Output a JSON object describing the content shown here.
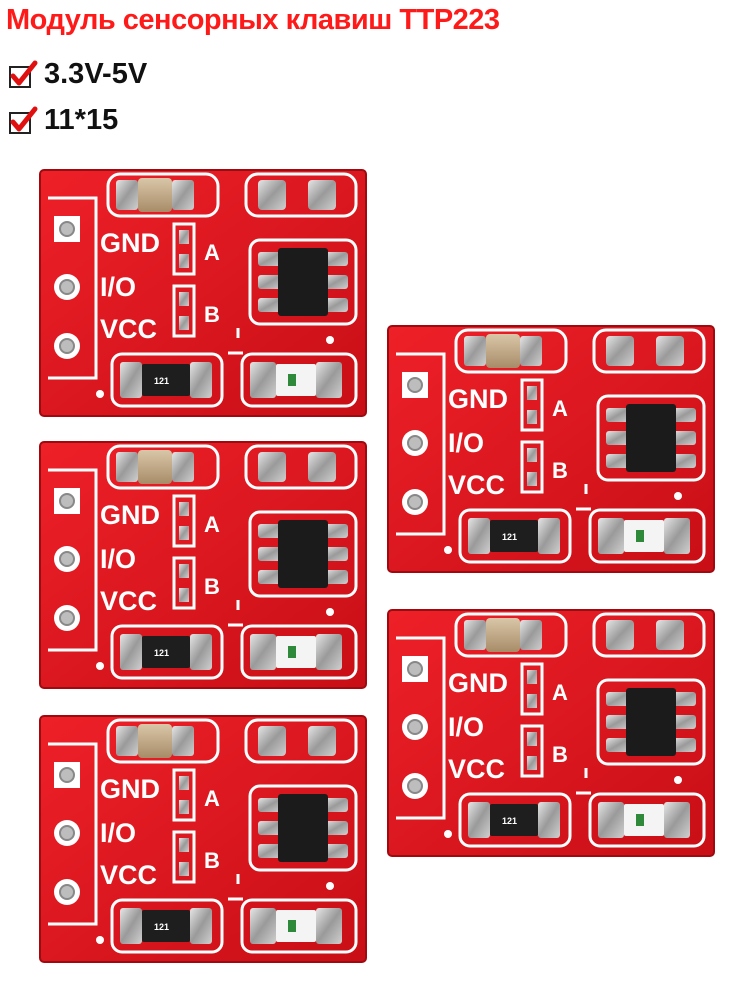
{
  "header": {
    "title": "Модуль сенсорных клавиш TTP223",
    "specs": [
      "3.3V-5V",
      "11*15"
    ]
  },
  "board_labels": {
    "gnd": "GND",
    "io": "I/O",
    "vcc": "VCC",
    "a": "A",
    "b": "B",
    "resistor": "121"
  },
  "colors": {
    "pcb": "#e4141c",
    "pcb_dark": "#b30b12",
    "silkscreen": "#ffffff",
    "pad": "#b8b8b8",
    "chip": "#1b1b1b",
    "title": "#ff1a1a",
    "check": "#e01010"
  },
  "icons": [
    "checkbox-checked-icon"
  ]
}
